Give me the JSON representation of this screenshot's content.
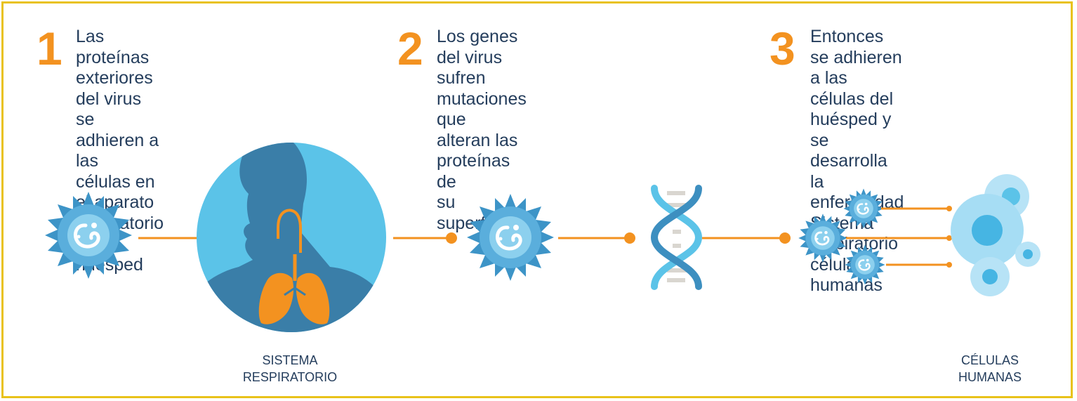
{
  "steps": [
    {
      "number": "1",
      "text": "Las proteínas exteriores\ndel virus se adhieren a las\ncélulas en el aparato\nrespiratorio del huésped"
    },
    {
      "number": "2",
      "text": "Los genes del virus\nsufren mutaciones que\nalteran las proteínas de\nsu superficie"
    },
    {
      "number": "3",
      "text": "Entonces se adhieren a las\ncélulas del huésped y se\ndesarrolla la enfermedad\nSistema respiratorio\ncélulas humanas"
    }
  ],
  "captions": {
    "respiratory": "SISTEMA\nRESPIRATORIO",
    "cells": "CÉLULAS\nHUMANAS"
  },
  "colors": {
    "border": "#e9c21b",
    "accent": "#f39220",
    "text": "#243d5c",
    "virus": "#5aaedc",
    "circle": "#5bc3e8",
    "body": "#3a7ea8"
  }
}
